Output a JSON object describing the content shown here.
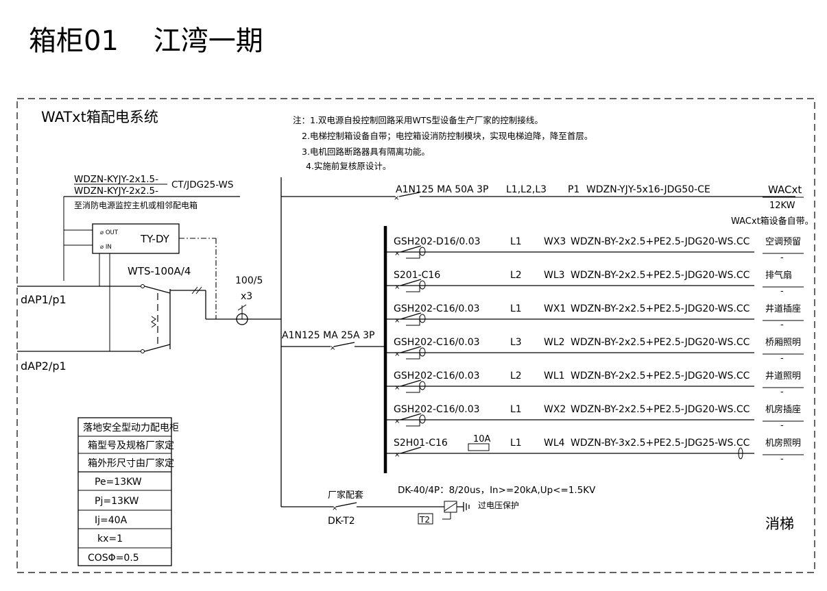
{
  "title": "箱柜01    江湾一期",
  "panel": {
    "title": "WATxt箱配电系统"
  },
  "notes": [
    "注：1.双电源自投控制回路采用WTS型设备生产厂家的控制接线。",
    "2.电梯控制箱设备自带；电控箱设消防控制模块，实现电梯迫降，降至首层。",
    "3.电机回路断路器具有隔离功能。",
    "4.实施前复核原设计。"
  ],
  "fire_link": {
    "cable1": "WDZN-KYJY-2x1.5-",
    "cable2": "WDZN-KYJY-2x2.5-",
    "conduit": "CT/JDG25-WS",
    "desc": "至消防电源监控主机或相邻配电箱"
  },
  "ty_module": {
    "label": "TY-DY",
    "out": "OUT",
    "in": "IN"
  },
  "wts": {
    "label": "WTS-100A/4"
  },
  "sources": [
    "dAP1/p1",
    "dAP2/p1"
  ],
  "ct": {
    "ratio": "100/5",
    "count": "x3"
  },
  "main_feeder": {
    "breaker": "A1N125 MA 50A 3P",
    "phase": "L1,L2,L3",
    "circuit": "P1",
    "cable": "WDZN-YJY-5x16-JDG50-CE",
    "load": "WACxt",
    "power": "12KW",
    "note": "WACxt箱设备自带。"
  },
  "sub_breaker": "A1N125 MA 25A 3P",
  "branches": [
    {
      "breaker": "GSH202-D16/0.03",
      "phase": "L1",
      "circuit": "WX3",
      "cable": "WDZN-BY-2x2.5+PE2.5-JDG20-WS.CC",
      "load": "空调预留",
      "dash": "-"
    },
    {
      "breaker": "S201-C16",
      "phase": "L2",
      "circuit": "WL3",
      "cable": "WDZN-BY-2x2.5+PE2.5-JDG20-WS.CC",
      "load": "排气扇",
      "dash": "-"
    },
    {
      "breaker": "GSH202-C16/0.03",
      "phase": "L1",
      "circuit": "WX1",
      "cable": "WDZN-BY-2x2.5+PE2.5-JDG20-WS.CC",
      "load": "井道插座",
      "dash": "-"
    },
    {
      "breaker": "GSH202-C16/0.03",
      "phase": "L3",
      "circuit": "WL2",
      "cable": "WDZN-BY-2x2.5+PE2.5-JDG20-WS.CC",
      "load": "桥厢照明",
      "dash": "-"
    },
    {
      "breaker": "GSH202-C16/0.03",
      "phase": "L2",
      "circuit": "WL1",
      "cable": "WDZN-BY-2x2.5+PE2.5-JDG20-WS.CC",
      "load": "井道照明",
      "dash": "-"
    },
    {
      "breaker": "GSH202-C16/0.03",
      "phase": "L1",
      "circuit": "WX2",
      "cable": "WDZN-BY-2x2.5+PE2.5-JDG20-WS.CC",
      "load": "机房插座",
      "dash": "-"
    },
    {
      "breaker": "S2H01-C16",
      "phase": "L1",
      "circuit": "WL4",
      "cable": "WDZN-BY-3x2.5+PE2.5-JDG25-WS.CC",
      "load": "机房照明",
      "dash": "-",
      "fuse": "10A"
    }
  ],
  "spd": {
    "vendor": "厂家配套",
    "breaker": "DK-T2",
    "spec": "DK-40/4P：8/20us，In>=20kA,Up<=1.5KV",
    "desc": "过电压保护",
    "type": "T2"
  },
  "cabinet_info": [
    "落地安全型动力配电柜",
    "箱型号及规格厂家定",
    "箱外形尺寸由厂家定",
    "Pe=13KW",
    "Pj=13KW",
    "Ij=40A",
    "kx=1",
    "COSΦ=0.5"
  ],
  "elevator_label": "消梯"
}
